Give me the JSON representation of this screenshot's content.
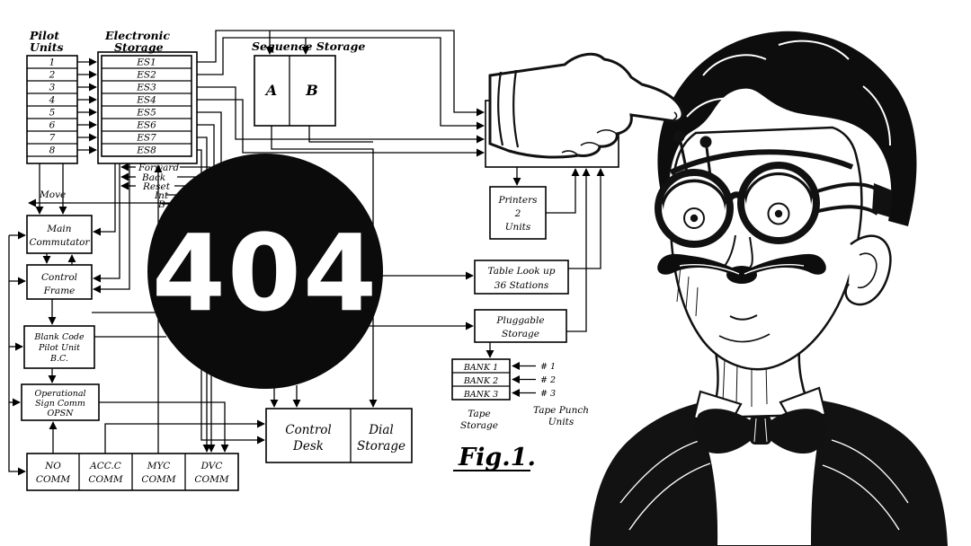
{
  "page": {
    "type": "error-page"
  },
  "error": {
    "code": "404"
  },
  "colors": {
    "ink": "#000000",
    "paper": "#ffffff",
    "badge": "#0b0b0b",
    "badge_text": "#ffffff"
  },
  "diagram": {
    "pilot_units": {
      "title1": "Pilot",
      "title2": "Units",
      "rows": [
        "1",
        "2",
        "3",
        "4",
        "5",
        "6",
        "7",
        "8"
      ]
    },
    "electronic_storage": {
      "title1": "Electronic",
      "title2": "Storage",
      "rows": [
        "ES1",
        "ES2",
        "ES3",
        "ES4",
        "ES5",
        "ES6",
        "ES7",
        "ES8"
      ]
    },
    "sequence_storage": {
      "title": "Sequence Storage",
      "cell_a": "A",
      "cell_b": "B"
    },
    "flow_labels": {
      "forward": "Forward",
      "back": "Back",
      "reset": "Reset",
      "int_partial": "Int",
      "b_partial": "B",
      "move": "Move"
    },
    "main_commutator": {
      "line1": "Main",
      "line2": "Commutator"
    },
    "control_frame": {
      "line1": "Control",
      "line2": "Frame"
    },
    "blank_code_pilot_unit": {
      "line1": "Blank Code",
      "line2": "Pilot Unit",
      "line3": "B.C."
    },
    "operational_sign_comm": {
      "line1": "Operational",
      "line2": "Sign Comm",
      "line3": "OPSN"
    },
    "comm_units": [
      {
        "line1": "NO",
        "line2": "COMM"
      },
      {
        "line1": "ACC.C",
        "line2": "COMM"
      },
      {
        "line1": "MYC",
        "line2": "COMM"
      },
      {
        "line1": "DVC",
        "line2": "COMM"
      }
    ],
    "printers": {
      "line1": "Printers",
      "line2": "2",
      "line3": "Units"
    },
    "table_lookup": {
      "line1": "Table Look up",
      "line2": "36 Stations"
    },
    "pluggable_storage": {
      "line1": "Pluggable",
      "line2": "Storage"
    },
    "tape_banks": [
      "BANK 1",
      "BANK 2",
      "BANK 3"
    ],
    "tape_punch_refs": [
      "# 1",
      "# 2",
      "# 3"
    ],
    "tape_storage": {
      "line1": "Tape",
      "line2": "Storage"
    },
    "tape_punch_units": {
      "line1": "Tape Punch",
      "line2": "Units"
    },
    "control_desk": {
      "line1": "Control",
      "line2": "Desk"
    },
    "dial_storage": {
      "line1": "Dial",
      "line2": "Storage"
    },
    "figure_label": "Fig.1."
  }
}
